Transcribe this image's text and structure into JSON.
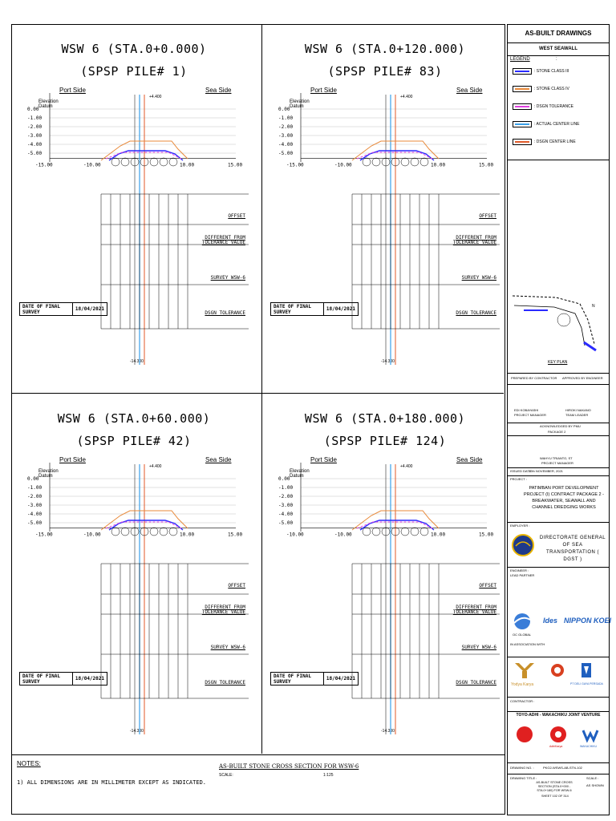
{
  "title_block": {
    "header": "AS-BUILT DRAWINGS",
    "subheader": "WEST SEAWALL",
    "legend_label": "LEGEND",
    "legend_colon": ":",
    "legend": [
      {
        "label": ": STONE CLASS III",
        "color": "#2a2aff"
      },
      {
        "label": ": STONE CLASS IV",
        "color": "#e8893a"
      },
      {
        "label": ": DSGN TOLERANCE",
        "color": "#e040e0"
      },
      {
        "label": ": ACTUAL CENTER LINE",
        "color": "#3aa0e8"
      },
      {
        "label": ": DSGN CENTER LINE",
        "color": "#e05a2a"
      }
    ],
    "key_plan_label": "KEY PLAN",
    "prepared_by": "PREPARED BY CONTRACTOR",
    "approved_by": "APPROVED BY ENGINEER",
    "signer_left_name": "EDI KOBAYASHI",
    "signer_left_role": "PROJECT MANAGER",
    "signer_right_name": "HIROKI NAKANO",
    "signer_right_role": "TEAM LEADER",
    "acknowledged": "ACKNOWLEDGED BY PMU",
    "package": "PACKAGE 2",
    "pmu_name": "WAHYU TRIANTO, ST",
    "pmu_role": "PROJECT MANAGER",
    "issued_label": "ISSUED DATE",
    "issued_date": "12th NOVEMBER, 2021",
    "project_label": "PROJECT :",
    "project_name": "PATIMBAN PORT DEVELOPMENT PROJECT (I) CONTRACT PACKAGE 2 - BREAKWATER, SEAWALL AND CHANNEL DREDGING WORKS",
    "employer_label": "EMPLOYER :",
    "employer_name": "DIRECTORATE GENERAL OF SEA TRANSPORTATION ( DGST )",
    "engineer_label": "ENGINEER :",
    "engineer_sub": "LEAD PARTNER",
    "logo_left": "OC GLOBAL",
    "logo_mid": "Ides",
    "logo_right": "NIPPON KOEI",
    "associate_label": "IN ASSOCIATION WITH",
    "assoc_1": "Yodya Karya",
    "assoc_2": "PT DELI GAYA PERSADA",
    "contractor_label": "CONTRACTOR :",
    "contractor_name": "TOYO-ADHI - WAKACHIKU JOINT VENTURE",
    "contractor_logo_mid": "AdhiKarya",
    "contractor_logo_right": "WAKACHIKU",
    "drawing_no_label": "DRAWING NO. :",
    "drawing_no": "PKG2-WSWS-AB-STN-102",
    "drawing_title_label": "DRAWING TITLE :",
    "drawing_title": "AS-BUILT STONE CROSS SECTION (STA.0+000 - STA.0+180) FOR WSW-6",
    "sheet": "SHEET 102 OF 314",
    "scale_label": "SCALE :",
    "scale_value": "AS SHOWN"
  },
  "notes": {
    "label": "NOTES:",
    "line1": "1) ALL DIMENSIONS ARE IN MILLIMETER EXCEPT AS INDICATED.",
    "sheet_title": "AS-BUILT STONE CROSS SECTION FOR WSW-6",
    "scale_label": "SCALE:",
    "scale_value": "1:125"
  },
  "panels": [
    {
      "title1": "WSW 6  (STA.0+0.000)",
      "title2": "(SPSP PILE# 1)",
      "port": "Port Side",
      "sea": "Sea Side",
      "elev": "Elevation",
      "datum": "Datum",
      "yticks": [
        "0.00",
        "-1.00",
        "-2.00",
        "-3.00",
        "-4.00",
        "-5.00"
      ],
      "xticks": [
        "-15.00",
        "-10.00",
        "",
        "10.00",
        "15.00"
      ],
      "rows": {
        "offset": "OFFSET",
        "diff": "DIFFERENT FROM TOLERANCE VALUE",
        "survey": "SURVEY_WSW-6",
        "dsgn": "DSGN_TOLERANCE"
      },
      "dos_label": "DATE OF FINAL SURVEY",
      "dos_date": "18/04/2021",
      "top_level": "+4.400",
      "bottom_level": "-14.300"
    },
    {
      "title1": "WSW 6  (STA.0+120.000)",
      "title2": "(SPSP PILE# 83)",
      "port": "Port Side",
      "sea": "Sea Side",
      "elev": "Elevation",
      "datum": "Datum",
      "yticks": [
        "0.00",
        "-1.00",
        "-2.00",
        "-3.00",
        "-4.00",
        "-5.00"
      ],
      "xticks": [
        "-15.00",
        "-10.00",
        "",
        "10.00",
        "15.00"
      ],
      "rows": {
        "offset": "OFFSET",
        "diff": "DIFFERENT FROM TOLERANCE VALUE",
        "survey": "SURVEY_WSW-6",
        "dsgn": "DSGN_TOLERANCE"
      },
      "dos_label": "DATE OF FINAL SURVEY",
      "dos_date": "18/04/2021",
      "top_level": "+4.400",
      "bottom_level": "-14.300"
    },
    {
      "title1": "WSW 6  (STA.0+60.000)",
      "title2": "(SPSP PILE# 42)",
      "port": "Port Side",
      "sea": "Sea Side",
      "elev": "Elevation",
      "datum": "Datum",
      "yticks": [
        "0.00",
        "-1.00",
        "-2.00",
        "-3.00",
        "-4.00",
        "-5.00"
      ],
      "xticks": [
        "-15.00",
        "-10.00",
        "",
        "10.00",
        "15.00"
      ],
      "rows": {
        "offset": "OFFSET",
        "diff": "DIFFERENT FROM TOLERANCE VALUE",
        "survey": "SURVEY_WSW-6",
        "dsgn": "DSGN_TOLERANCE"
      },
      "dos_label": "DATE OF FINAL SURVEY",
      "dos_date": "18/04/2021",
      "top_level": "+4.400",
      "bottom_level": "-14.300"
    },
    {
      "title1": "WSW 6  (STA.0+180.000)",
      "title2": "(SPSP PILE# 124)",
      "port": "Port Side",
      "sea": "Sea Side",
      "elev": "Elevation",
      "datum": "Datum",
      "yticks": [
        "0.00",
        "-1.00",
        "-2.00",
        "-3.00",
        "-4.00",
        "-5.00"
      ],
      "xticks": [
        "-10.00",
        "-10.00",
        "",
        "10.00",
        "15.00"
      ],
      "rows": {
        "offset": "OFFSET",
        "diff": "DIFFERENT FROM TOLERANCE VALUE",
        "survey": "SURVEY_WSW-6",
        "dsgn": "DSGN_TOLERANCE"
      },
      "dos_label": "DATE OF FINAL SURVEY",
      "dos_date": "18/04/2021",
      "top_level": "+4.400",
      "bottom_level": "-14.300"
    }
  ]
}
